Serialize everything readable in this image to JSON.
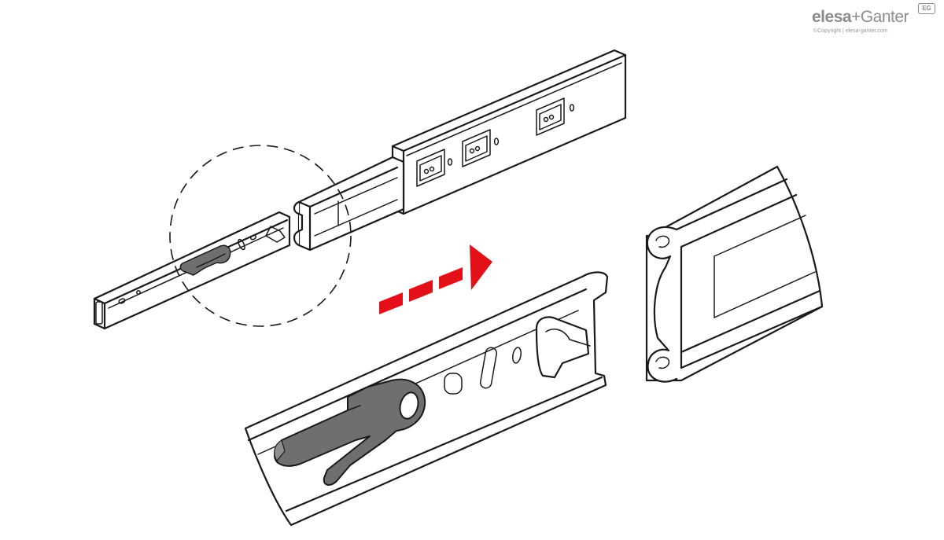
{
  "brand": {
    "name_part1": "elesa",
    "name_part2": "+Ganter",
    "badge": "EG",
    "copyright": "©Copyright | elesa-ganter.com"
  },
  "colors": {
    "line": "#1a1a1a",
    "lever": "#6f6f6f",
    "arrow": "#e3101a",
    "brand": "#8c8c8c"
  },
  "icons": {
    "direction": "red-dashed-arrow-right-icon"
  }
}
